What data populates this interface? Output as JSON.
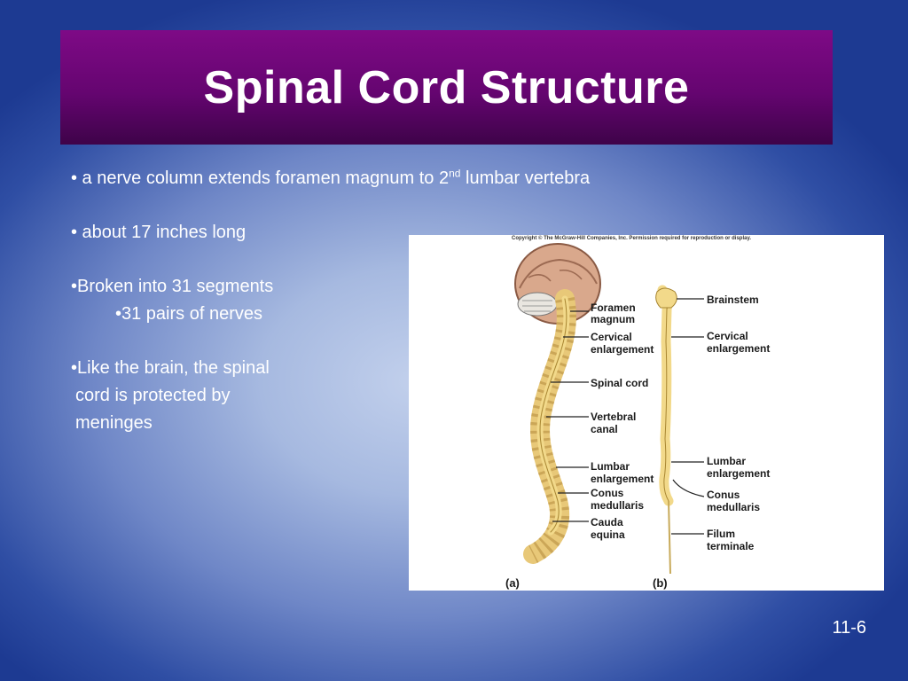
{
  "slide": {
    "title": "Spinal Cord Structure",
    "number": "11-6"
  },
  "bullets": {
    "b1_prefix": "•  a nerve column extends foramen magnum to 2",
    "b1_sup": "nd",
    "b1_suffix": " lumbar vertebra",
    "b2": "• about 17 inches long",
    "b3": "•Broken into 31 segments",
    "b3_sub": "•31 pairs of nerves",
    "b4_line1": "•Like the brain, the spinal",
    "b4_line2": "cord is protected by",
    "b4_line3": "meninges"
  },
  "figure": {
    "copyright": "Copyright © The McGraw-Hill Companies, Inc. Permission required for reproduction or display.",
    "panel_a": "(a)",
    "panel_b": "(b)",
    "labels_a": {
      "foramen_1": "Foramen",
      "foramen_2": "magnum",
      "cervical_1": "Cervical",
      "cervical_2": "enlargement",
      "spinal_cord": "Spinal cord",
      "vertebral_1": "Vertebral",
      "vertebral_2": "canal",
      "lumbar_1": "Lumbar",
      "lumbar_2": "enlargement",
      "conus_1": "Conus",
      "conus_2": "medullaris",
      "cauda_1": "Cauda",
      "cauda_2": "equina"
    },
    "labels_b": {
      "brainstem": "Brainstem",
      "cervical_1": "Cervical",
      "cervical_2": "enlargement",
      "lumbar_1": "Lumbar",
      "lumbar_2": "enlargement",
      "conus_1": "Conus",
      "conus_2": "medullaris",
      "filum_1": "Filum",
      "filum_2": "terminale"
    },
    "colors": {
      "cord": "#f2d98a",
      "bone": "#e8c878",
      "brain": "#d9a88c"
    }
  }
}
